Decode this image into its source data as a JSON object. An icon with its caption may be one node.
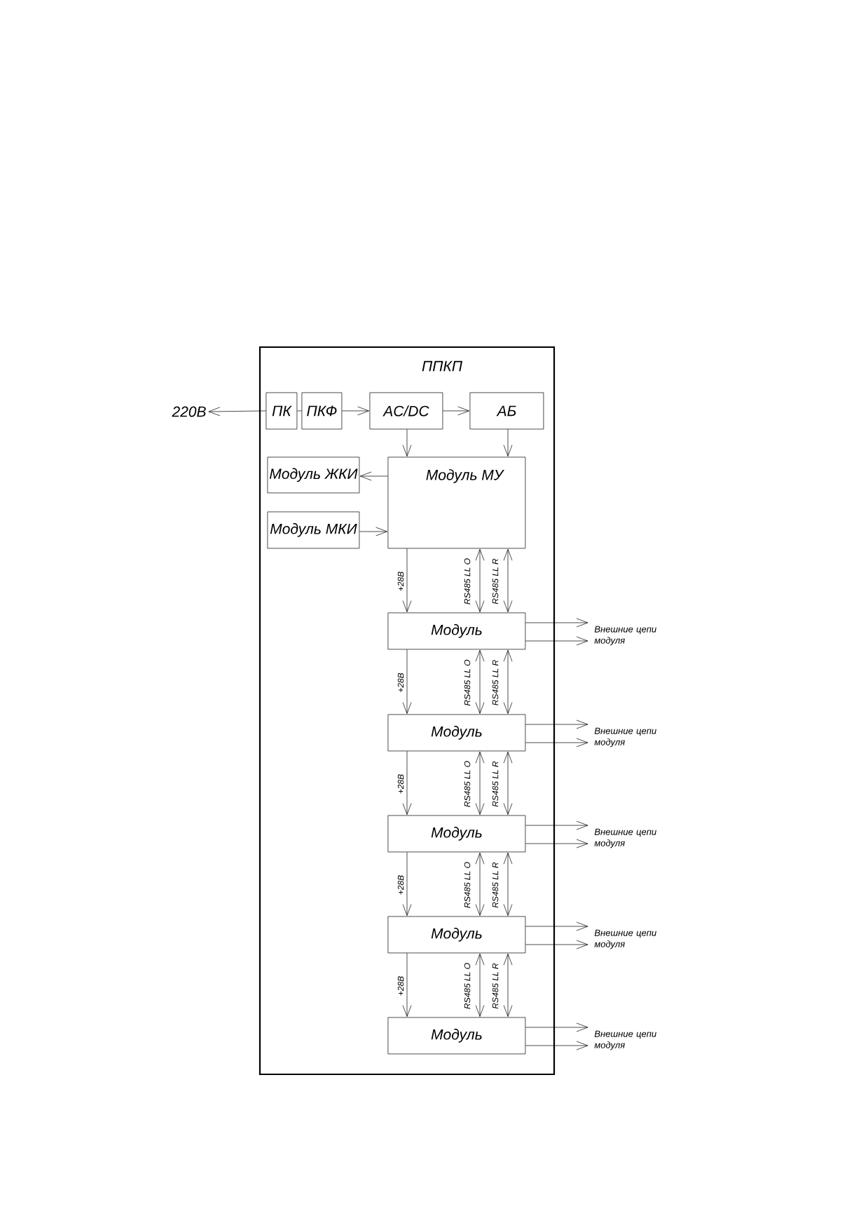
{
  "diagram": {
    "nodes": [
      {
        "text": [
          "ППКП"
        ]
      },
      {
        "text": [
          "ПК"
        ],
        "in": 0
      },
      {
        "text": [
          "ПКФ"
        ],
        "in": 0
      },
      {
        "text": [
          "AC/DC"
        ],
        "in": 0
      },
      {
        "text": [
          "АБ"
        ],
        "in": 0
      },
      {
        "text": [
          "Модуль ЖКИ"
        ],
        "in": 0
      },
      {
        "text": [
          "Модуль МКИ"
        ],
        "in": 0
      },
      {
        "text": [
          "Модуль МУ"
        ],
        "in": 0
      },
      {
        "text": [
          "Модуль"
        ],
        "in": 0
      },
      {
        "text": [
          "Модуль"
        ],
        "in": 0
      },
      {
        "text": [
          "Модуль"
        ],
        "in": 0
      },
      {
        "text": [
          "Модуль"
        ],
        "in": 0
      },
      {
        "text": [
          "Модуль"
        ],
        "in": 0
      },
      {
        "text": [
          "Внешние цепи модуля"
        ]
      },
      {
        "text": [
          "Внешние цепи модуля"
        ]
      },
      {
        "text": [
          "Внешние цепи модуля"
        ]
      },
      {
        "text": [
          "Внешние цепи модуля"
        ]
      },
      {
        "text": [
          "Внешние цепи модуля"
        ]
      },
      {
        "text": [
          "220В"
        ]
      }
    ],
    "edges": [
      {
        "from": 1,
        "to": 18,
        "arrow": "to"
      },
      {
        "from": 1,
        "to": 2,
        "arrow": "none"
      },
      {
        "from": 2,
        "to": 3,
        "arrow": "to"
      },
      {
        "from": 3,
        "to": 4,
        "arrow": "to"
      },
      {
        "from": 3,
        "to": 7,
        "arrow": "to"
      },
      {
        "from": 4,
        "to": 7,
        "arrow": "to"
      },
      {
        "from": 7,
        "to": 5,
        "arrow": "to"
      },
      {
        "from": 6,
        "to": 7,
        "arrow": "to"
      },
      {
        "from": 7,
        "to": 8,
        "arrow": "to",
        "label": "+28В"
      },
      {
        "from": 7,
        "to": 8,
        "arrow": "both",
        "label": "RS485 LL O"
      },
      {
        "from": 7,
        "to": 8,
        "arrow": "both",
        "label": "RS485 LL R"
      },
      {
        "from": 8,
        "to": 9,
        "arrow": "to",
        "label": "+28В"
      },
      {
        "from": 8,
        "to": 9,
        "arrow": "both",
        "label": "RS485 LL O"
      },
      {
        "from": 8,
        "to": 9,
        "arrow": "both",
        "label": "RS485 LL R"
      },
      {
        "from": 9,
        "to": 10,
        "arrow": "to",
        "label": "+28В"
      },
      {
        "from": 9,
        "to": 10,
        "arrow": "both",
        "label": "RS485 LL O"
      },
      {
        "from": 9,
        "to": 10,
        "arrow": "both",
        "label": "RS485 LL R"
      },
      {
        "from": 10,
        "to": 11,
        "arrow": "to",
        "label": "+28В"
      },
      {
        "from": 10,
        "to": 11,
        "arrow": "both",
        "label": "RS485 LL O"
      },
      {
        "from": 10,
        "to": 11,
        "arrow": "both",
        "label": "RS485 LL R"
      },
      {
        "from": 11,
        "to": 12,
        "arrow": "to",
        "label": "+28В"
      },
      {
        "from": 11,
        "to": 12,
        "arrow": "both",
        "label": "RS485 LL O"
      },
      {
        "from": 11,
        "to": 12,
        "arrow": "both",
        "label": "RS485 LL R"
      },
      {
        "from": 8,
        "to": 13,
        "arrow": "to"
      },
      {
        "from": 8,
        "to": 13,
        "arrow": "to"
      },
      {
        "from": 9,
        "to": 14,
        "arrow": "to"
      },
      {
        "from": 9,
        "to": 14,
        "arrow": "to"
      },
      {
        "from": 10,
        "to": 15,
        "arrow": "to"
      },
      {
        "from": 10,
        "to": 15,
        "arrow": "to"
      },
      {
        "from": 11,
        "to": 16,
        "arrow": "to"
      },
      {
        "from": 11,
        "to": 16,
        "arrow": "to"
      },
      {
        "from": 12,
        "to": 17,
        "arrow": "to"
      },
      {
        "from": 12,
        "to": 17,
        "arrow": "to"
      }
    ]
  }
}
